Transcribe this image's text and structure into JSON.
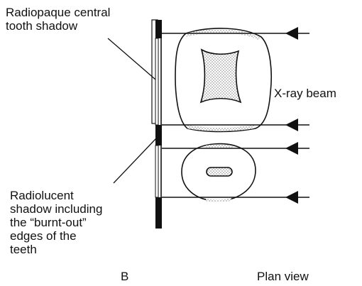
{
  "labels": {
    "radiopaque_line1": "Radiopaque central",
    "radiopaque_line2": "tooth shadow",
    "radiolucent_line1": "Radiolucent",
    "radiolucent_line2": "shadow including",
    "radiolucent_line3": "the “burnt-out”",
    "radiolucent_line4": "edges of the",
    "radiolucent_line5": "teeth",
    "beam": "X-ray beam",
    "figure_letter": "B",
    "view": "Plan view"
  },
  "colors": {
    "ink": "#111111",
    "stipple": "#9a9a9a"
  }
}
